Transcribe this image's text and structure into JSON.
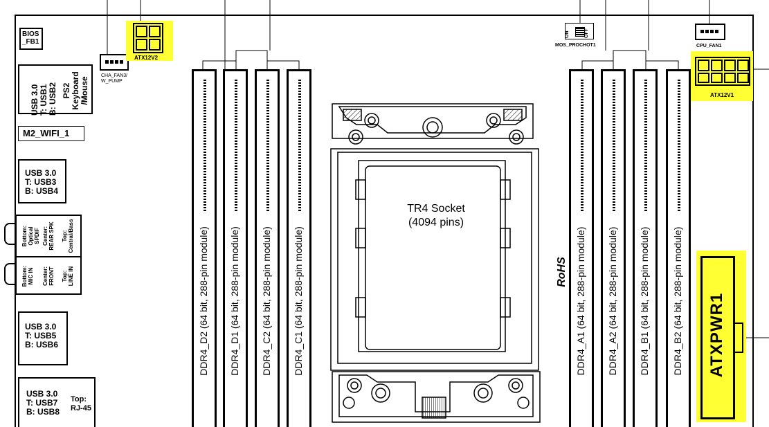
{
  "labels": {
    "bios": "BIOS\n_FB1",
    "usb30_usb1_usb2": "USB 3.0\nT: USB1\nB: USB2",
    "ps2": "PS2\nKeyboard\n/Mouse",
    "m2_wifi": "M2_WIFI_1",
    "usb30_usb3_usb4": "USB 3.0\nT: USB3\nB: USB4",
    "audio_top_a": "Top:\nCentral/Bass",
    "audio_center_a": "Center:\nREAR SPK",
    "audio_bottom_a": "Bottom:\nOptical\nSPDIF",
    "audio_top_b": "Top:\nLINE IN",
    "audio_center_b": "Center:\nFRONT",
    "audio_bottom_b": "Bottom:\nMIC IN",
    "usb30_usb5_usb6": "USB 3.0\nT: USB5\nB: USB6",
    "usb30_usb7_usb8": "USB 3.0\nT: USB7\nB: USB8",
    "rj45": "Top:\nRJ-45",
    "cha_fan3": "CHA_FAN3/\nW_PUMP",
    "atx12v2": "ATX12V2",
    "mos_prochot": "MOS_PROCHOT1",
    "switch_on": "ON",
    "switch_off": "OFF",
    "cpu_fan1": "CPU_FAN1",
    "atx12v1": "ATX12V1",
    "socket_title": "TR4 Socket",
    "socket_pins": "(4094 pins)",
    "rohs": "RoHS",
    "atxpwr1": "ATXPWR1"
  },
  "dimm_slots": [
    {
      "label": "DDR4_D2 (64 bit, 288-pin module)"
    },
    {
      "label": "DDR4_D1 (64 bit, 288-pin module)"
    },
    {
      "label": "DDR4_C2 (64 bit, 288-pin module)"
    },
    {
      "label": "DDR4_C1 (64 bit, 288-pin module)"
    },
    {
      "label": "DDR4_A1 (64 bit, 288-pin module)"
    },
    {
      "label": "DDR4_A2 (64 bit, 288-pin module)"
    },
    {
      "label": "DDR4_B1 (64 bit, 288-pin module)"
    },
    {
      "label": "DDR4_B2 (64 bit, 288-pin module)"
    }
  ],
  "colors": {
    "highlight": "#ffff33",
    "line": "#000000"
  }
}
